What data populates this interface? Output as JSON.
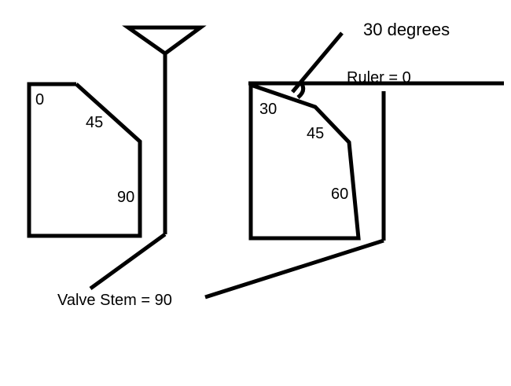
{
  "labels": {
    "left_angle_0": "0",
    "left_angle_45": "45",
    "left_angle_90": "90",
    "right_angle_30": "30",
    "right_angle_45": "45",
    "right_angle_60": "60",
    "angle_note": "30 degrees",
    "ruler": "Ruler = 0",
    "valve_stem": "Valve Stem = 90"
  },
  "colors": {
    "ink": "#000000",
    "background": "#ffffff"
  }
}
